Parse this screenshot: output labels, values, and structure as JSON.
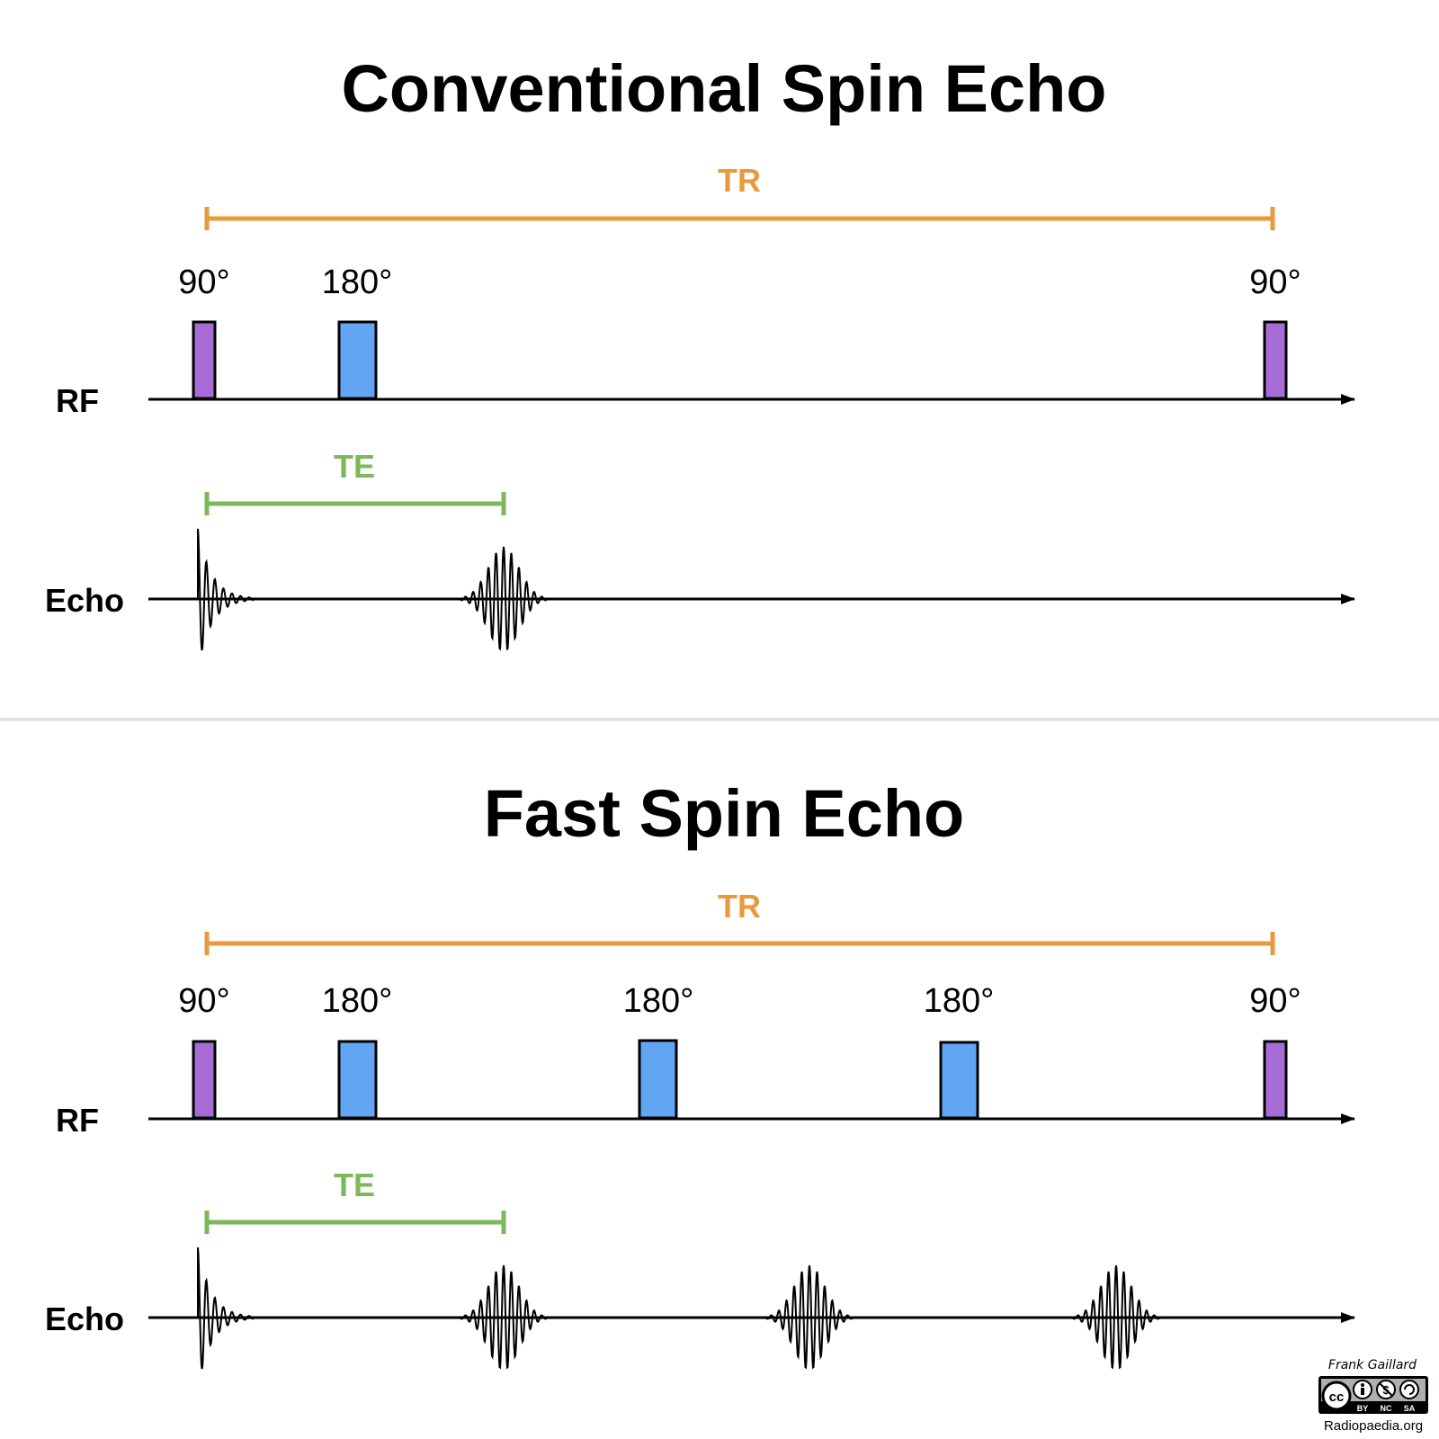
{
  "colors": {
    "tr": "#E89A3C",
    "te": "#7DB85A",
    "pulse_90": "#A76BD6",
    "pulse_180": "#62A5F2",
    "axis": "#000000",
    "divider": "#E3E3E3"
  },
  "panels": [
    {
      "title": "Conventional Spin Echo",
      "tr_label": "TR",
      "te_label": "TE",
      "rf_label": "RF",
      "echo_label": "Echo",
      "pulses": [
        {
          "angle": "90°",
          "kind": "90"
        },
        {
          "angle": "180°",
          "kind": "180"
        },
        {
          "angle": "90°",
          "kind": "90"
        }
      ],
      "echoes": [
        "fid",
        "echo"
      ]
    },
    {
      "title": "Fast Spin Echo",
      "tr_label": "TR",
      "te_label": "TE",
      "rf_label": "RF",
      "echo_label": "Echo",
      "pulses": [
        {
          "angle": "90°",
          "kind": "90"
        },
        {
          "angle": "180°",
          "kind": "180"
        },
        {
          "angle": "180°",
          "kind": "180"
        },
        {
          "angle": "180°",
          "kind": "180"
        },
        {
          "angle": "90°",
          "kind": "90"
        }
      ],
      "echoes": [
        "fid",
        "echo",
        "echo",
        "echo"
      ]
    }
  ],
  "credit": {
    "author": "Frank Gaillard",
    "license_badge": [
      "cc",
      "BY",
      "NC",
      "SA"
    ],
    "site": "Radiopaedia.org"
  }
}
